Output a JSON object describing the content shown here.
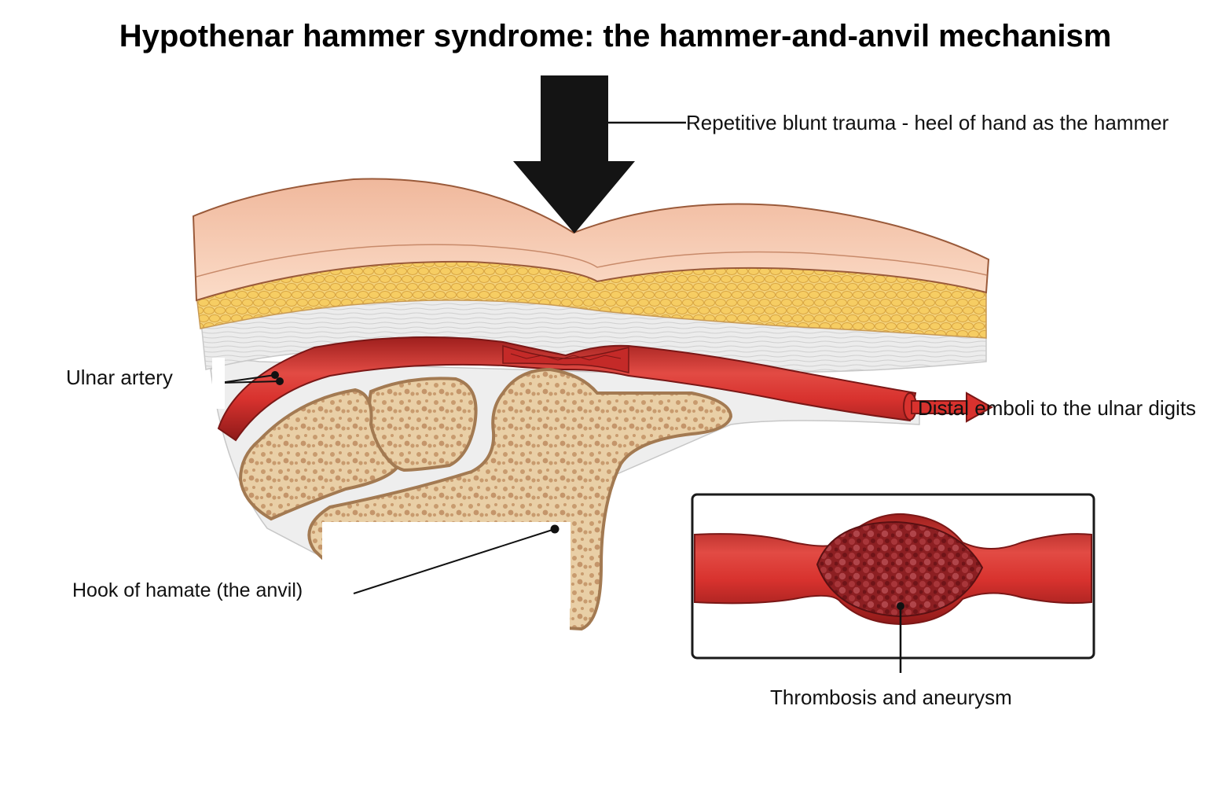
{
  "title": "Hypothenar hammer syndrome: the hammer-and-anvil mechanism",
  "labels": {
    "trauma": "Repetitive blunt trauma - heel of hand as the hammer",
    "ulnar_artery": "Ulnar artery",
    "emboli": "Distal emboli to the ulnar digits",
    "hamate": "Hook of hamate (the anvil)",
    "thrombosis": "Thrombosis and aneurysm"
  },
  "colors": {
    "skin": "#f6c9ad",
    "fat": "#f2c35f",
    "fascia": "#ececec",
    "artery": "#d8322e",
    "artery_dark": "#9e1f1d",
    "bone": "#f1dcb8",
    "bone_marrow": "#d8b38a",
    "clot": "#8c1f22",
    "arrow": "#141414"
  }
}
